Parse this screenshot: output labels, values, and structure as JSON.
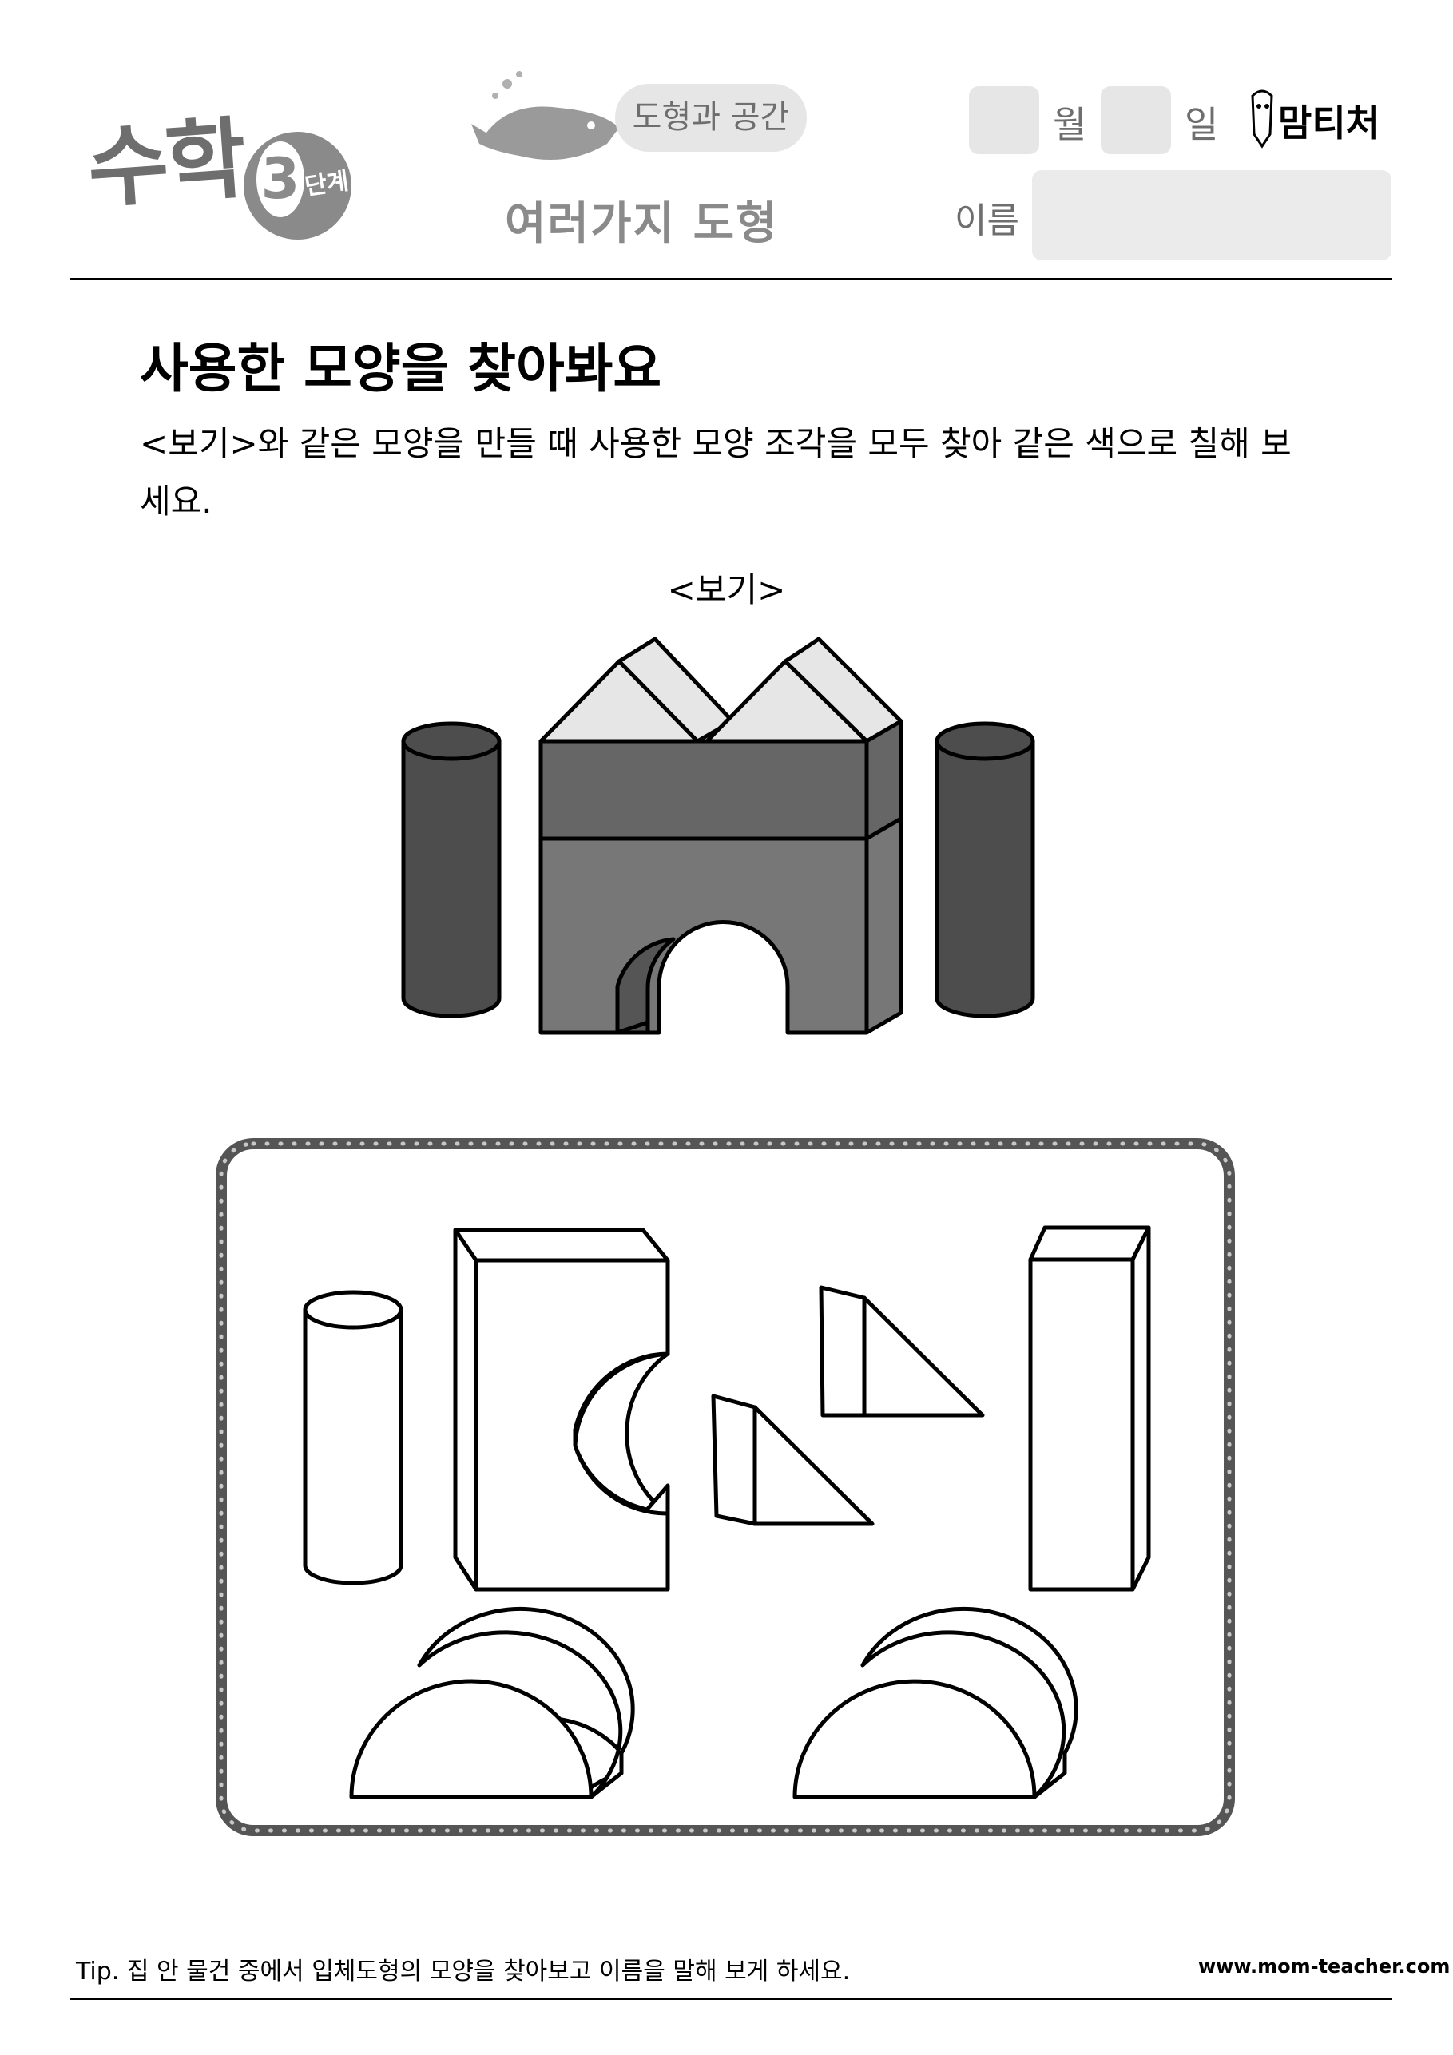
{
  "header": {
    "subject": "수학",
    "level_number": "3",
    "level_word": "단계",
    "topic": "도형과 공간",
    "subtopic": "여러가지 도형",
    "month_label": "월",
    "day_label": "일",
    "brand": "맘티처",
    "name_label": "이름"
  },
  "main": {
    "title": "사용한 모양을 찾아봐요",
    "instruction": "<보기>와 같은 모양을 만들 때 사용한 모양 조각을 모두 찾아 같은 색으로 칠해 보세요.",
    "example_label": "<보기>",
    "example_shapes": [
      "cylinder",
      "triangular-prism",
      "triangular-prism",
      "rectangular-block",
      "arch-block",
      "cylinder"
    ],
    "piece_shapes": [
      "cylinder",
      "arch-block",
      "triangular-prism",
      "triangular-prism",
      "rectangular-block",
      "half-cylinder",
      "half-cylinder"
    ]
  },
  "footer": {
    "tip": "Tip. 집 안 물건 중에서 입체도형의 모양을 찾아보고 이름을 말해 보게 하세요.",
    "website": "www.mom-teacher.com"
  },
  "colors": {
    "dark_gray": "#4d4d4d",
    "mid_gray": "#666666",
    "light_gray": "#e6e6e6",
    "header_gray": "#8a8a8a"
  }
}
